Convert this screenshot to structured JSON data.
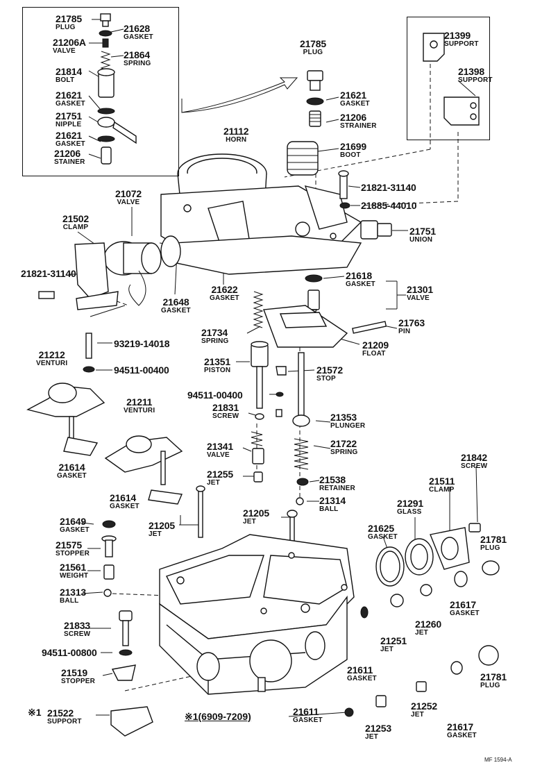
{
  "parts": [
    {
      "id": "21785-a",
      "number": "21785",
      "name": "PLUG"
    },
    {
      "id": "21628",
      "number": "21628",
      "name": "GASKET"
    },
    {
      "id": "21206A",
      "number": "21206A",
      "name": "VALVE"
    },
    {
      "id": "21864",
      "number": "21864",
      "name": "SPRING"
    },
    {
      "id": "21814",
      "number": "21814",
      "name": "BOLT"
    },
    {
      "id": "21621-a",
      "number": "21621",
      "name": "GASKET"
    },
    {
      "id": "21751-a",
      "number": "21751",
      "name": "NIPPLE"
    },
    {
      "id": "21621-b",
      "number": "21621",
      "name": "GASKET"
    },
    {
      "id": "21206-a",
      "number": "21206",
      "name": "STAINER"
    },
    {
      "id": "21785-b",
      "number": "21785",
      "name": "PLUG"
    },
    {
      "id": "21621-c",
      "number": "21621",
      "name": "GASKET"
    },
    {
      "id": "21206-b",
      "number": "21206",
      "name": "STRAINER"
    },
    {
      "id": "21699",
      "number": "21699",
      "name": "BOOT"
    },
    {
      "id": "21399",
      "number": "21399",
      "name": "SUPPORT"
    },
    {
      "id": "21398",
      "number": "21398",
      "name": "SUPPORT"
    },
    {
      "id": "21112",
      "number": "21112",
      "name": "HORN"
    },
    {
      "id": "21821-31140-a",
      "number": "21821-31140",
      "name": ""
    },
    {
      "id": "21885-44010",
      "number": "21885-44010",
      "name": ""
    },
    {
      "id": "21751-b",
      "number": "21751",
      "name": "UNION"
    },
    {
      "id": "21072",
      "number": "21072",
      "name": "VALVE"
    },
    {
      "id": "21502",
      "number": "21502",
      "name": "CLAMP"
    },
    {
      "id": "21821-31140-b",
      "number": "21821-31140",
      "name": ""
    },
    {
      "id": "21648",
      "number": "21648",
      "name": "GASKET"
    },
    {
      "id": "21622",
      "number": "21622",
      "name": "GASKET"
    },
    {
      "id": "21618",
      "number": "21618",
      "name": "GASKET"
    },
    {
      "id": "21301",
      "number": "21301",
      "name": "VALVE"
    },
    {
      "id": "21734",
      "number": "21734",
      "name": "SPRING"
    },
    {
      "id": "21763",
      "number": "21763",
      "name": "PIN"
    },
    {
      "id": "21209",
      "number": "21209",
      "name": "FLOAT"
    },
    {
      "id": "93219-14018",
      "number": "93219-14018",
      "name": ""
    },
    {
      "id": "21212",
      "number": "21212",
      "name": "VENTURI"
    },
    {
      "id": "94511-00400-a",
      "number": "94511-00400",
      "name": ""
    },
    {
      "id": "21351",
      "number": "21351",
      "name": "PISTON"
    },
    {
      "id": "21572",
      "number": "21572",
      "name": "STOP"
    },
    {
      "id": "94511-00400-b",
      "number": "94511-00400",
      "name": ""
    },
    {
      "id": "21211",
      "number": "21211",
      "name": "VENTURI"
    },
    {
      "id": "21831",
      "number": "21831",
      "name": "SCREW"
    },
    {
      "id": "21353",
      "number": "21353",
      "name": "PLUNGER"
    },
    {
      "id": "21614-a",
      "number": "21614",
      "name": "GASKET"
    },
    {
      "id": "21341",
      "number": "21341",
      "name": "VALVE"
    },
    {
      "id": "21722",
      "number": "21722",
      "name": "SPRING"
    },
    {
      "id": "21842",
      "number": "21842",
      "name": "SCREW"
    },
    {
      "id": "21255",
      "number": "21255",
      "name": "JET"
    },
    {
      "id": "21538",
      "number": "21538",
      "name": "RETAINER"
    },
    {
      "id": "21511",
      "number": "21511",
      "name": "CLAMP"
    },
    {
      "id": "21614-b",
      "number": "21614",
      "name": "GASKET"
    },
    {
      "id": "21314",
      "number": "21314",
      "name": "BALL"
    },
    {
      "id": "21291",
      "number": "21291",
      "name": "GLASS"
    },
    {
      "id": "21649",
      "number": "21649",
      "name": "GASKET"
    },
    {
      "id": "21205-a",
      "number": "21205",
      "name": "JET"
    },
    {
      "id": "21205-b",
      "number": "21205",
      "name": "JET"
    },
    {
      "id": "21625",
      "number": "21625",
      "name": "GASKET"
    },
    {
      "id": "21781-a",
      "number": "21781",
      "name": "PLUG"
    },
    {
      "id": "21575",
      "number": "21575",
      "name": "STOPPER"
    },
    {
      "id": "21561",
      "number": "21561",
      "name": "WEIGHT"
    },
    {
      "id": "21313",
      "number": "21313",
      "name": "BALL"
    },
    {
      "id": "21260",
      "number": "21260",
      "name": "JET"
    },
    {
      "id": "21617-a",
      "number": "21617",
      "name": "GASKET"
    },
    {
      "id": "21833",
      "number": "21833",
      "name": "SCREW"
    },
    {
      "id": "21251",
      "number": "21251",
      "name": "JET"
    },
    {
      "id": "94511-00800",
      "number": "94511-00800",
      "name": ""
    },
    {
      "id": "21611-a",
      "number": "21611",
      "name": "GASKET"
    },
    {
      "id": "21519",
      "number": "21519",
      "name": "STOPPER"
    },
    {
      "id": "21781-b",
      "number": "21781",
      "name": "PLUG"
    },
    {
      "id": "21252",
      "number": "21252",
      "name": "JET"
    },
    {
      "id": "21522",
      "number": "21522",
      "name": "SUPPORT"
    },
    {
      "id": "21611-b",
      "number": "21611",
      "name": "GASKET"
    },
    {
      "id": "21617-b",
      "number": "21617",
      "name": "GASKET"
    },
    {
      "id": "21253",
      "number": "21253",
      "name": "JET"
    }
  ],
  "notes": {
    "support_marker": "※1",
    "date_range": "※1(6909-7209)",
    "drawing_code": "MF  1594-A"
  }
}
